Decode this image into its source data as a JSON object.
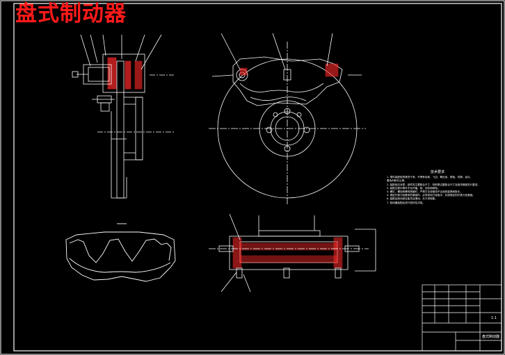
{
  "title": "盘式制动器",
  "colors": {
    "background": "#000000",
    "line": "#ffffff",
    "title": "#ff1a1a",
    "hatch": "#ff2a2a",
    "centerline": "#ffffff",
    "frame_accent": "#ff3333"
  },
  "technical_notes": {
    "title": "技术要求",
    "lines": [
      "1. 零件装配前须清洗干净，不得有毛刺、飞边、氧化皮、锈蚀、切屑、油污、",
      "   着色剂和灰尘等。",
      "2. 装配前应对零、部件的主要配合尺寸，特别是过盈配合尺寸及相关精度进行复查。",
      "3. 装配过程中零件不允许磕、碰、划伤和锈蚀。",
      "4. 螺钉、螺栓和螺母紧固时，严禁打击或使用不合适的旋具和扳手。",
      "5. 规定拧紧力矩要求的紧固件，必须采用力矩扳手，并按规定的拧紧力矩紧固。",
      "6. 装配后制动钳应能灵活滑动，无卡滞现象。",
      "7. 制动器装配后进行密封性试验。"
    ]
  },
  "title_block": {
    "drawing_name": "盘式制动器",
    "drawing_number": "",
    "scale": "1:1"
  }
}
